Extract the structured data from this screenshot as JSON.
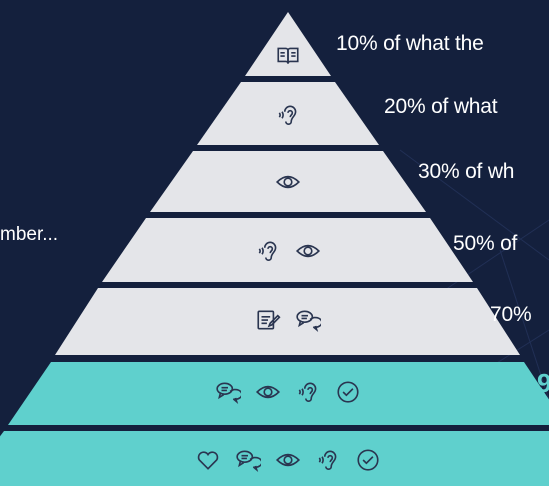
{
  "side_text": "mber...",
  "levels": [
    {
      "label": "10% of what the",
      "icons": [
        "book-icon"
      ]
    },
    {
      "label": "20% of what",
      "icons": [
        "ear-icon"
      ]
    },
    {
      "label": "30% of wh",
      "icons": [
        "eye-icon"
      ]
    },
    {
      "label": "50% of",
      "icons": [
        "ear-icon",
        "eye-icon"
      ]
    },
    {
      "label": "70%",
      "icons": [
        "note-icon",
        "speech-bubbles-icon"
      ]
    },
    {
      "label": "9",
      "icons": [
        "speech-bubbles-icon",
        "eye-icon",
        "ear-icon",
        "check-icon"
      ]
    },
    {
      "label": "",
      "icons": [
        "heart-icon",
        "speech-bubbles-icon",
        "eye-icon",
        "ear-icon",
        "check-icon"
      ]
    }
  ],
  "colors": {
    "background": "#14203d",
    "tier_light": "#e4e5e9",
    "tier_teal": "#5fd0cd",
    "icon_stroke": "#2a3550"
  }
}
